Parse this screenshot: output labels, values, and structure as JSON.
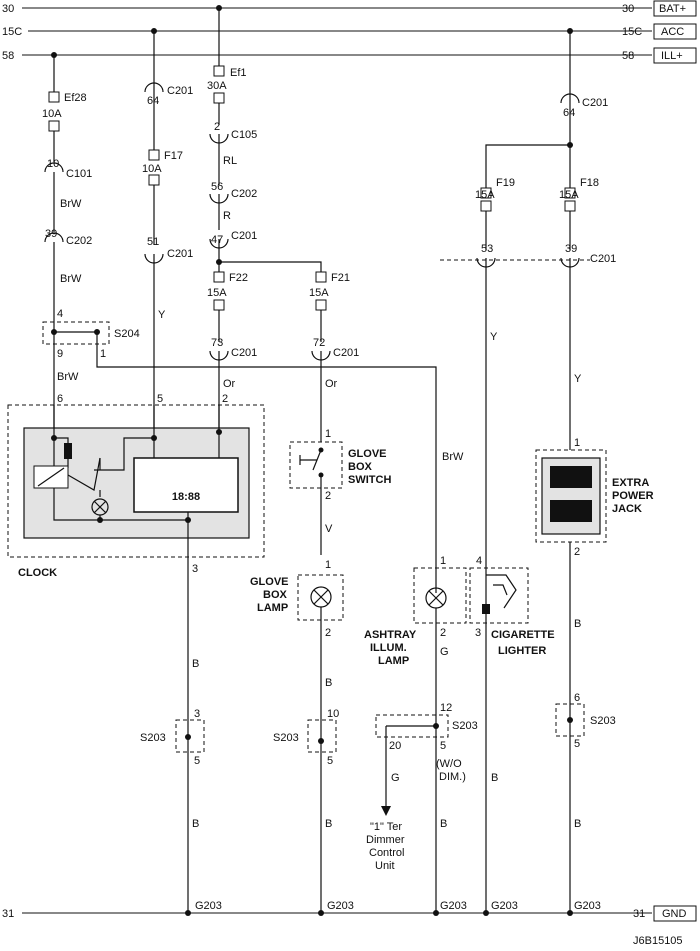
{
  "rails": {
    "top": {
      "num": "30",
      "label": "BAT+"
    },
    "acc": {
      "num": "15C",
      "label": "ACC"
    },
    "ill": {
      "num": "58",
      "label": "ILL+"
    },
    "gnd": {
      "num": "31",
      "label": "GND"
    }
  },
  "fuses": {
    "ef28": {
      "name": "Ef28",
      "rating": "10A"
    },
    "ef1": {
      "name": "Ef1",
      "rating": "30A"
    },
    "f17": {
      "name": "F17",
      "rating": "10A"
    },
    "f22": {
      "name": "F22",
      "rating": "15A"
    },
    "f21": {
      "name": "F21",
      "rating": "15A"
    },
    "f19": {
      "name": "F19",
      "rating": "15A"
    },
    "f18": {
      "name": "F18",
      "rating": "15A"
    }
  },
  "connectors": {
    "c201": "C201",
    "c101": "C101",
    "c202": "C202",
    "c105": "C105",
    "s204": "S204",
    "s203": "S203",
    "g203": "G203"
  },
  "pins": {
    "p64": "64",
    "p2": "2",
    "p10": "10",
    "p39": "39",
    "p51": "51",
    "p56": "56",
    "p47": "47",
    "p73": "73",
    "p72": "72",
    "p53": "53",
    "p4": "4",
    "p9": "9",
    "p1": "1",
    "p6": "6",
    "p5": "5",
    "p3": "3",
    "p12": "12",
    "p20": "20"
  },
  "wire_colors": {
    "brw": "BrW",
    "y": "Y",
    "rl": "RL",
    "r": "R",
    "or": "Or",
    "v": "V",
    "b": "B",
    "g": "G"
  },
  "components": {
    "clock": {
      "label": "CLOCK",
      "display": "18:88"
    },
    "glove_switch": {
      "label": [
        "GLOVE",
        "BOX",
        "SWITCH"
      ]
    },
    "glove_lamp": {
      "label": [
        "GLOVE",
        "BOX",
        "LAMP"
      ]
    },
    "ashtray_lamp": {
      "label": [
        "ASHTRAY",
        "ILLUM.",
        "LAMP"
      ]
    },
    "cig_lighter": {
      "label": [
        "CIGARETTE",
        "LIGHTER"
      ]
    },
    "power_jack": {
      "label": [
        "EXTRA",
        "POWER",
        "JACK"
      ]
    },
    "dimmer": {
      "label": [
        "\"1\" Ter",
        "Dimmer",
        "Control",
        "Unit"
      ]
    }
  },
  "notes": {
    "wo_dim": [
      "(W/O",
      "DIM.)"
    ]
  },
  "figure_id": "J6B15105"
}
